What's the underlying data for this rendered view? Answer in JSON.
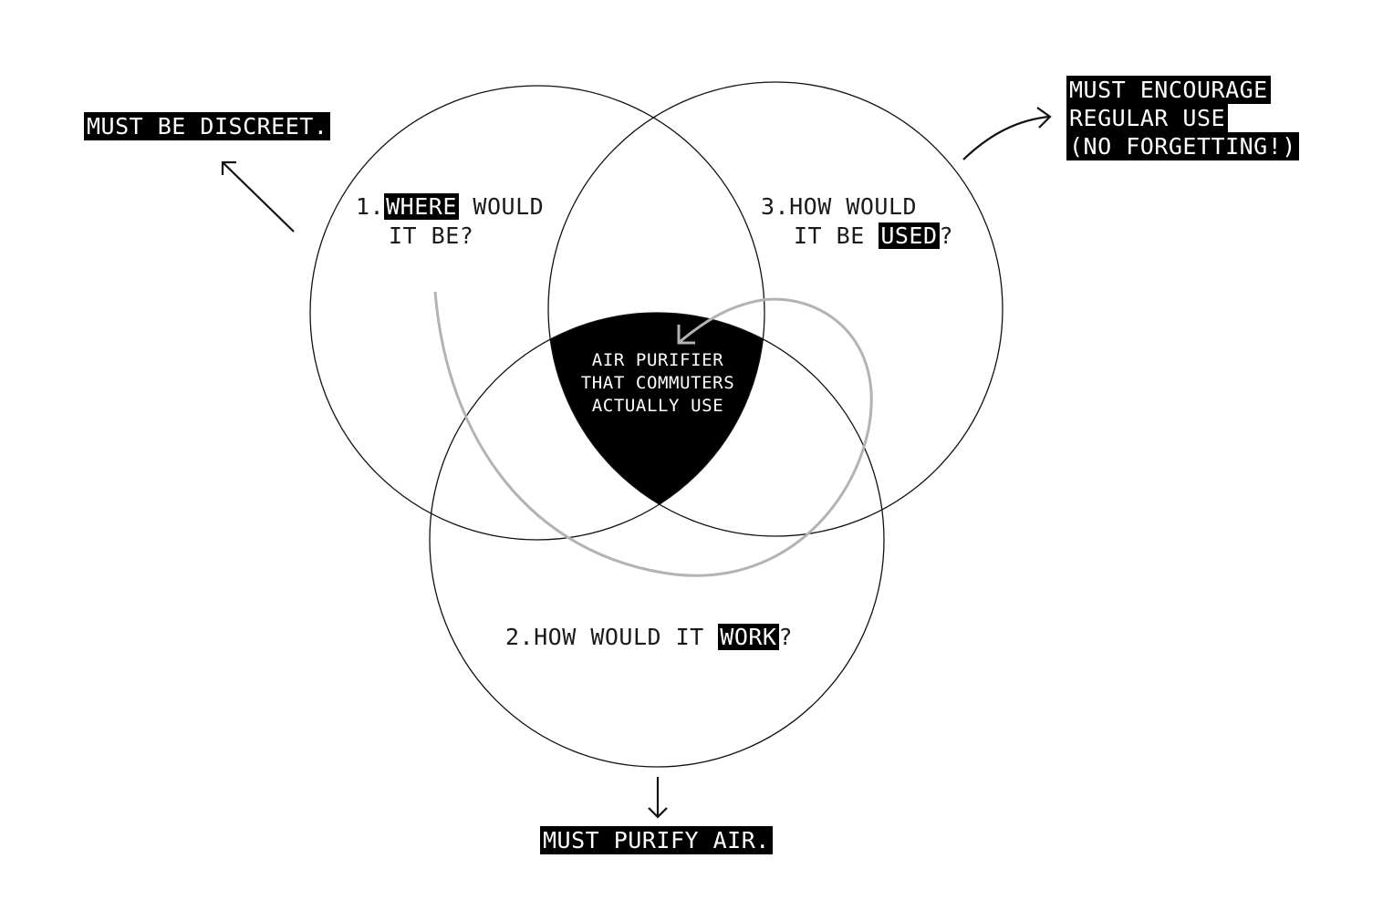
{
  "circles": {
    "where": {
      "number": "1.",
      "pre": "",
      "highlight": "WHERE",
      "post": " WOULD",
      "line2": "IT BE?"
    },
    "work": {
      "number": "2.",
      "pre": "HOW WOULD IT ",
      "highlight": "WORK",
      "post": "?"
    },
    "used": {
      "number": "3.",
      "pre": "HOW WOULD",
      "line2_pre": "IT BE ",
      "highlight": "USED",
      "post": "?"
    }
  },
  "intersection": {
    "lines": [
      "AIR PURIFIER",
      "THAT COMMUTERS",
      "ACTUALLY USE"
    ]
  },
  "notes": {
    "discreet": [
      "MUST BE DISCREET."
    ],
    "encourage": [
      "MUST ENCOURAGE",
      "REGULAR USE",
      "(NO FORGETTING!)"
    ],
    "purify": [
      "MUST PURIFY AIR."
    ]
  },
  "colors": {
    "ink": "#000000",
    "swirl": "#b3b3b3",
    "background": "#ffffff"
  }
}
